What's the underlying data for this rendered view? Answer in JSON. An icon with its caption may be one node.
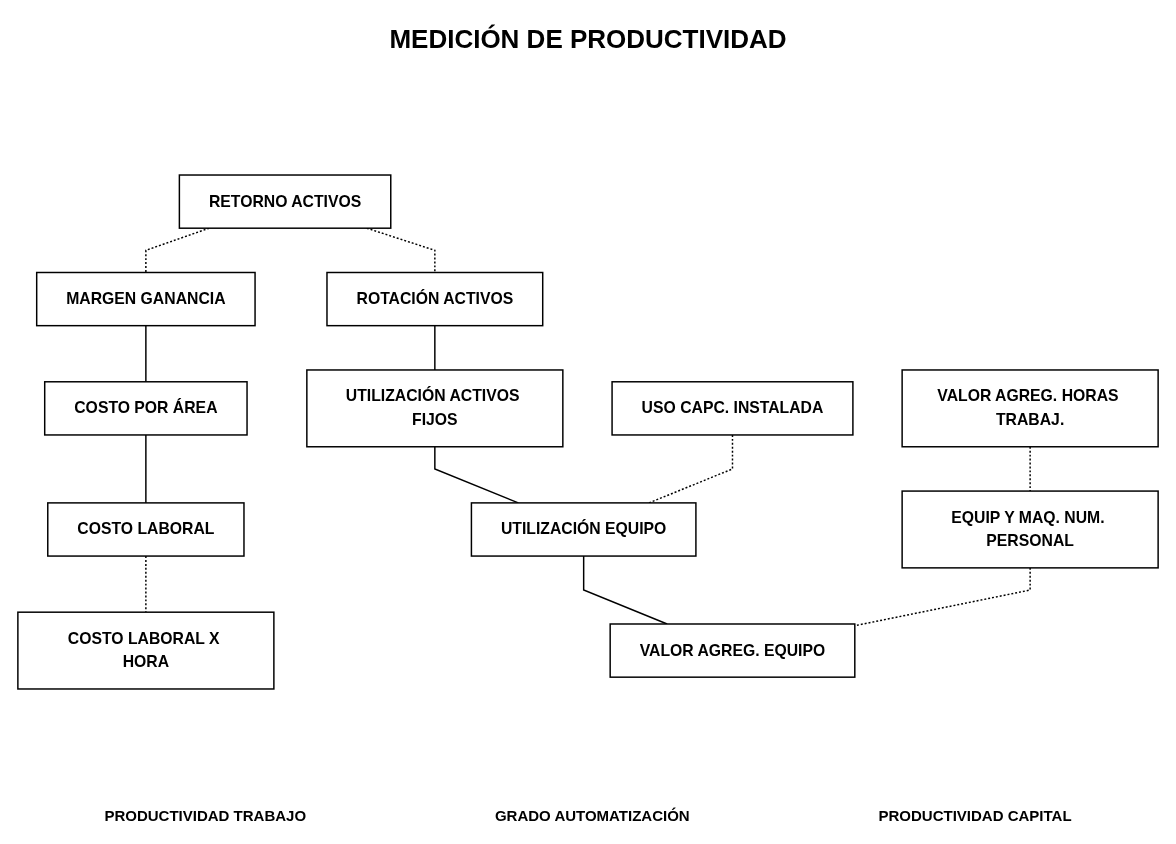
{
  "diagram": {
    "title": "MEDICIÓN DE PRODUCTIVIDAD",
    "nodes": [
      {
        "text": [
          "RETORNO ACTIVOS"
        ]
      },
      {
        "text": [
          "MARGEN GANANCIA"
        ]
      },
      {
        "text": [
          "ROTACIÓN ACTIVOS"
        ]
      },
      {
        "text": [
          "COSTO POR ÁREA"
        ]
      },
      {
        "text": [
          "UTILIZACIÓN ACTIVOS FIJOS"
        ]
      },
      {
        "text": [
          "COSTO LABORAL"
        ]
      },
      {
        "text": [
          "COSTO LABORAL X HORA"
        ]
      },
      {
        "text": [
          "USO CAPC. INSTALADA"
        ]
      },
      {
        "text": [
          "UTILIZACIÓN EQUIPO"
        ]
      },
      {
        "text": [
          "VALOR AGREG. HORAS TRABAJ."
        ]
      },
      {
        "text": [
          "EQUIP Y MAQ. NUM. PERSONAL"
        ]
      },
      {
        "text": [
          "VALOR AGREG. EQUIPO"
        ]
      }
    ],
    "edges": [
      {
        "from": 0,
        "to": 1,
        "arrow": "none",
        "style": "dashed"
      },
      {
        "from": 0,
        "to": 2,
        "arrow": "none",
        "style": "dashed"
      },
      {
        "from": 1,
        "to": 3,
        "arrow": "none"
      },
      {
        "from": 3,
        "to": 5,
        "arrow": "none"
      },
      {
        "from": 5,
        "to": 6,
        "arrow": "none",
        "style": "dashed"
      },
      {
        "from": 2,
        "to": 4,
        "arrow": "none"
      },
      {
        "from": 4,
        "to": 8,
        "arrow": "none"
      },
      {
        "from": 7,
        "to": 8,
        "arrow": "none",
        "style": "dashed"
      },
      {
        "from": 8,
        "to": 11,
        "arrow": "none"
      },
      {
        "from": 9,
        "to": 10,
        "arrow": "none",
        "style": "dashed"
      },
      {
        "from": 10,
        "to": 11,
        "arrow": "none",
        "style": "dashed"
      }
    ],
    "labels": [
      "PRODUCTIVIDAD TRABAJO",
      "GRADO AUTOMATIZACIÓN",
      "PRODUCTIVIDAD CAPITAL"
    ]
  }
}
